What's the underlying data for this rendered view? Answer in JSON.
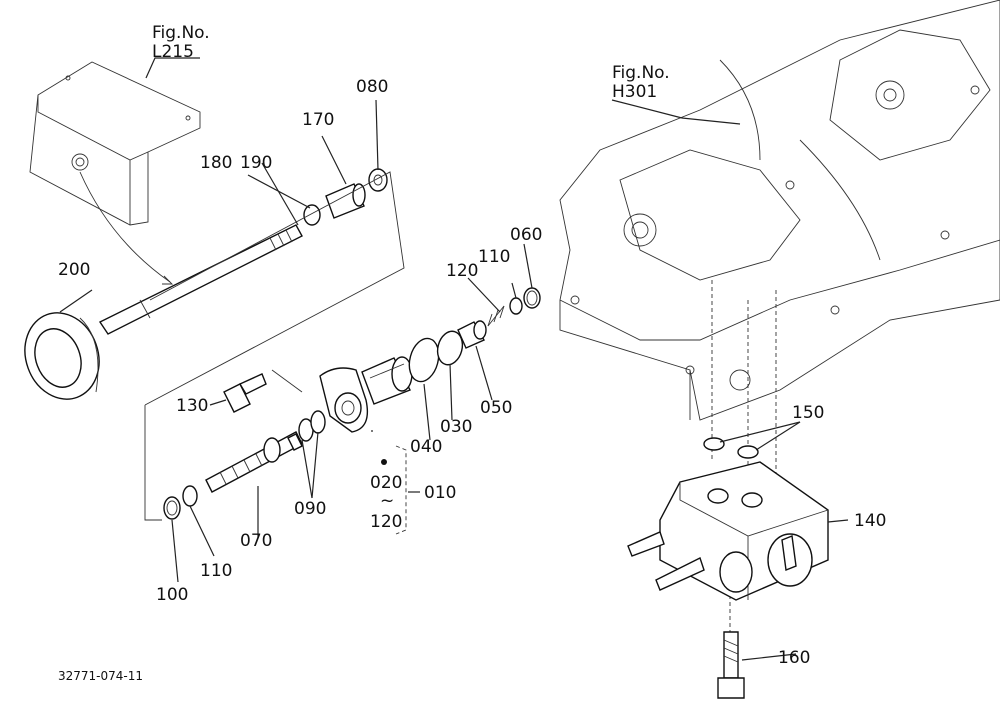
{
  "figure_refs": [
    {
      "id": "l215",
      "caption": "Fig.No.",
      "code": "L215"
    },
    {
      "id": "h301",
      "caption": "Fig.No.",
      "code": "H301"
    }
  ],
  "labels": {
    "p010": "010",
    "p020": "020",
    "p030": "030",
    "p040": "040",
    "p050": "050",
    "p060": "060",
    "p070": "070",
    "p080": "080",
    "p090": "090",
    "p100": "100",
    "p110a": "110",
    "p110b": "110",
    "p120": "120",
    "p120b": "120",
    "p130": "130",
    "p140": "140",
    "p150": "150",
    "p160": "160",
    "p170": "170",
    "p180": "180",
    "p190": "190",
    "p200": "200"
  },
  "range_tilde": "~",
  "drawing_number": "32771-074-11"
}
